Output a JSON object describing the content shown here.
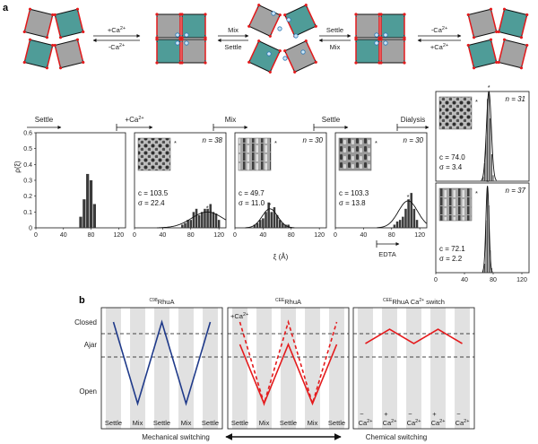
{
  "panel_a": {
    "label": "a",
    "schematic": {
      "arrows": [
        {
          "top": "+Ca2+",
          "bottom": "-Ca2+"
        },
        {
          "top": "Mix",
          "bottom": "Settle"
        },
        {
          "top": "Settle",
          "bottom": "Mix"
        },
        {
          "top": "-Ca2+",
          "bottom": "+Ca2+"
        }
      ]
    },
    "stage_arrows": [
      "Settle",
      "+Ca2+",
      "Mix",
      "Settle",
      "Dialysis"
    ],
    "y_axis_label": "ρ(ξ)",
    "x_axis_label": "ξ (Å)",
    "y_ticks": [
      "0",
      "0.1",
      "0.2",
      "0.3",
      "0.4",
      "0.5",
      "0.6"
    ],
    "x_ticks": [
      "0",
      "40",
      "80",
      "120"
    ],
    "edta_label": "EDTA",
    "star": "*"
  },
  "panel_b": {
    "label": "b",
    "titles": [
      "C98RhuA",
      "CEERhuA",
      "CEERhuA Ca2+ switch"
    ],
    "levels": [
      "Closed",
      "Ajar",
      "Open"
    ],
    "ca_plus_label": "+Ca2+",
    "mechanical_labels": [
      "Settle",
      "Mix",
      "Settle",
      "Mix",
      "Settle"
    ],
    "chemical_signs": [
      "−",
      "+",
      "−",
      "+",
      "−"
    ],
    "chemical_ions": [
      "Ca2+",
      "Ca2+",
      "Ca2+",
      "Ca2+",
      "Ca2+"
    ],
    "bottom_left": "Mechanical switching",
    "bottom_right": "Chemical switching"
  },
  "colors": {
    "blue_line": "#1f3a8a",
    "red_line": "#e41a1c",
    "teal": "#4f9c98",
    "gray_square": "#a3a3a3",
    "bar": "#3a3a3a",
    "stripe": "#e1e1e1"
  },
  "chart_data": [
    {
      "type": "bar",
      "id": "hist-1",
      "stage": "Settle",
      "n": "",
      "c": "",
      "sigma": "",
      "bins": [
        65,
        70,
        75,
        80,
        85
      ],
      "values": [
        0.07,
        0.18,
        0.34,
        0.3,
        0.15
      ],
      "xlim": [
        0,
        130
      ],
      "ylim": [
        0,
        0.6
      ]
    },
    {
      "type": "bar",
      "id": "hist-2",
      "stage": "+Ca2+",
      "n": "38",
      "c": "103.5",
      "sigma": "22.4",
      "bins": [
        68,
        72,
        76,
        80,
        84,
        88,
        92,
        96,
        100,
        104,
        108,
        112,
        116,
        120
      ],
      "values": [
        0.02,
        0.03,
        0.05,
        0.05,
        0.1,
        0.12,
        0.08,
        0.1,
        0.12,
        0.12,
        0.15,
        0.1,
        0.09,
        0.05
      ],
      "fit": {
        "mu": 103.5,
        "sigma": 22.4,
        "peak": 0.1
      },
      "xlim": [
        0,
        130
      ],
      "ylim": [
        0,
        0.6
      ]
    },
    {
      "type": "bar",
      "id": "hist-3",
      "stage": "Mix",
      "n": "30",
      "c": "49.7",
      "sigma": "11.0",
      "bins": [
        28,
        32,
        36,
        40,
        44,
        48,
        52,
        56,
        60,
        64,
        68,
        72,
        76
      ],
      "values": [
        0.02,
        0.03,
        0.05,
        0.06,
        0.1,
        0.16,
        0.1,
        0.13,
        0.08,
        0.05,
        0.03,
        0.02,
        0.02
      ],
      "fit": {
        "mu": 49.7,
        "sigma": 11.0,
        "peak": 0.12
      },
      "xlim": [
        0,
        130
      ],
      "ylim": [
        0,
        0.6
      ]
    },
    {
      "type": "bar",
      "id": "hist-4",
      "stage": "Settle",
      "n": "30",
      "c": "103.3",
      "sigma": "13.8",
      "bins": [
        84,
        88,
        92,
        96,
        100,
        104,
        108,
        112,
        116
      ],
      "values": [
        0.02,
        0.04,
        0.05,
        0.07,
        0.12,
        0.18,
        0.22,
        0.12,
        0.05
      ],
      "fit": {
        "mu": 103.3,
        "sigma": 13.8,
        "peak": 0.17
      },
      "xlim": [
        0,
        130
      ],
      "ylim": [
        0,
        0.6
      ]
    },
    {
      "type": "bar",
      "id": "hist-5",
      "stage": "Dialysis",
      "n": "31",
      "c": "74.0",
      "sigma": "3.4",
      "bins": [
        66,
        68,
        70,
        72,
        74,
        76,
        78,
        80
      ],
      "values": [
        0.03,
        0.12,
        0.3,
        0.55,
        0.6,
        0.42,
        0.18,
        0.04
      ],
      "fit": {
        "mu": 74.0,
        "sigma": 3.4,
        "peak": 0.6
      },
      "xlim": [
        0,
        130
      ],
      "ylim": [
        0,
        0.6
      ]
    },
    {
      "type": "bar",
      "id": "hist-6",
      "stage": "Dialysis",
      "n": "37",
      "c": "72.1",
      "sigma": "2.2",
      "bins": [
        66,
        68,
        70,
        72,
        74,
        76,
        78
      ],
      "values": [
        0.02,
        0.06,
        0.35,
        0.58,
        0.45,
        0.15,
        0.03
      ],
      "fit": {
        "mu": 72.1,
        "sigma": 2.2,
        "peak": 0.58
      },
      "xlim": [
        0,
        130
      ],
      "ylim": [
        0,
        0.6
      ]
    }
  ],
  "switch_data": [
    {
      "id": "c98",
      "series": [
        {
          "name": "",
          "style": "solid",
          "color": "blue",
          "levels": [
            "Closed",
            "Open",
            "Closed",
            "Open",
            "Closed"
          ]
        }
      ]
    },
    {
      "id": "cee",
      "series": [
        {
          "name": "",
          "style": "solid",
          "color": "red",
          "levels": [
            "Ajar",
            "Open",
            "Ajar",
            "Open",
            "Ajar"
          ]
        },
        {
          "name": "+Ca2+",
          "style": "dashed",
          "color": "red",
          "levels": [
            "Closed",
            "Open",
            "Closed",
            "Open",
            "Closed"
          ]
        }
      ]
    },
    {
      "id": "ca",
      "series": [
        {
          "name": "",
          "style": "solid",
          "color": "red",
          "levels": [
            "Ajar",
            "High",
            "Ajar",
            "High",
            "Ajar"
          ]
        }
      ]
    }
  ]
}
